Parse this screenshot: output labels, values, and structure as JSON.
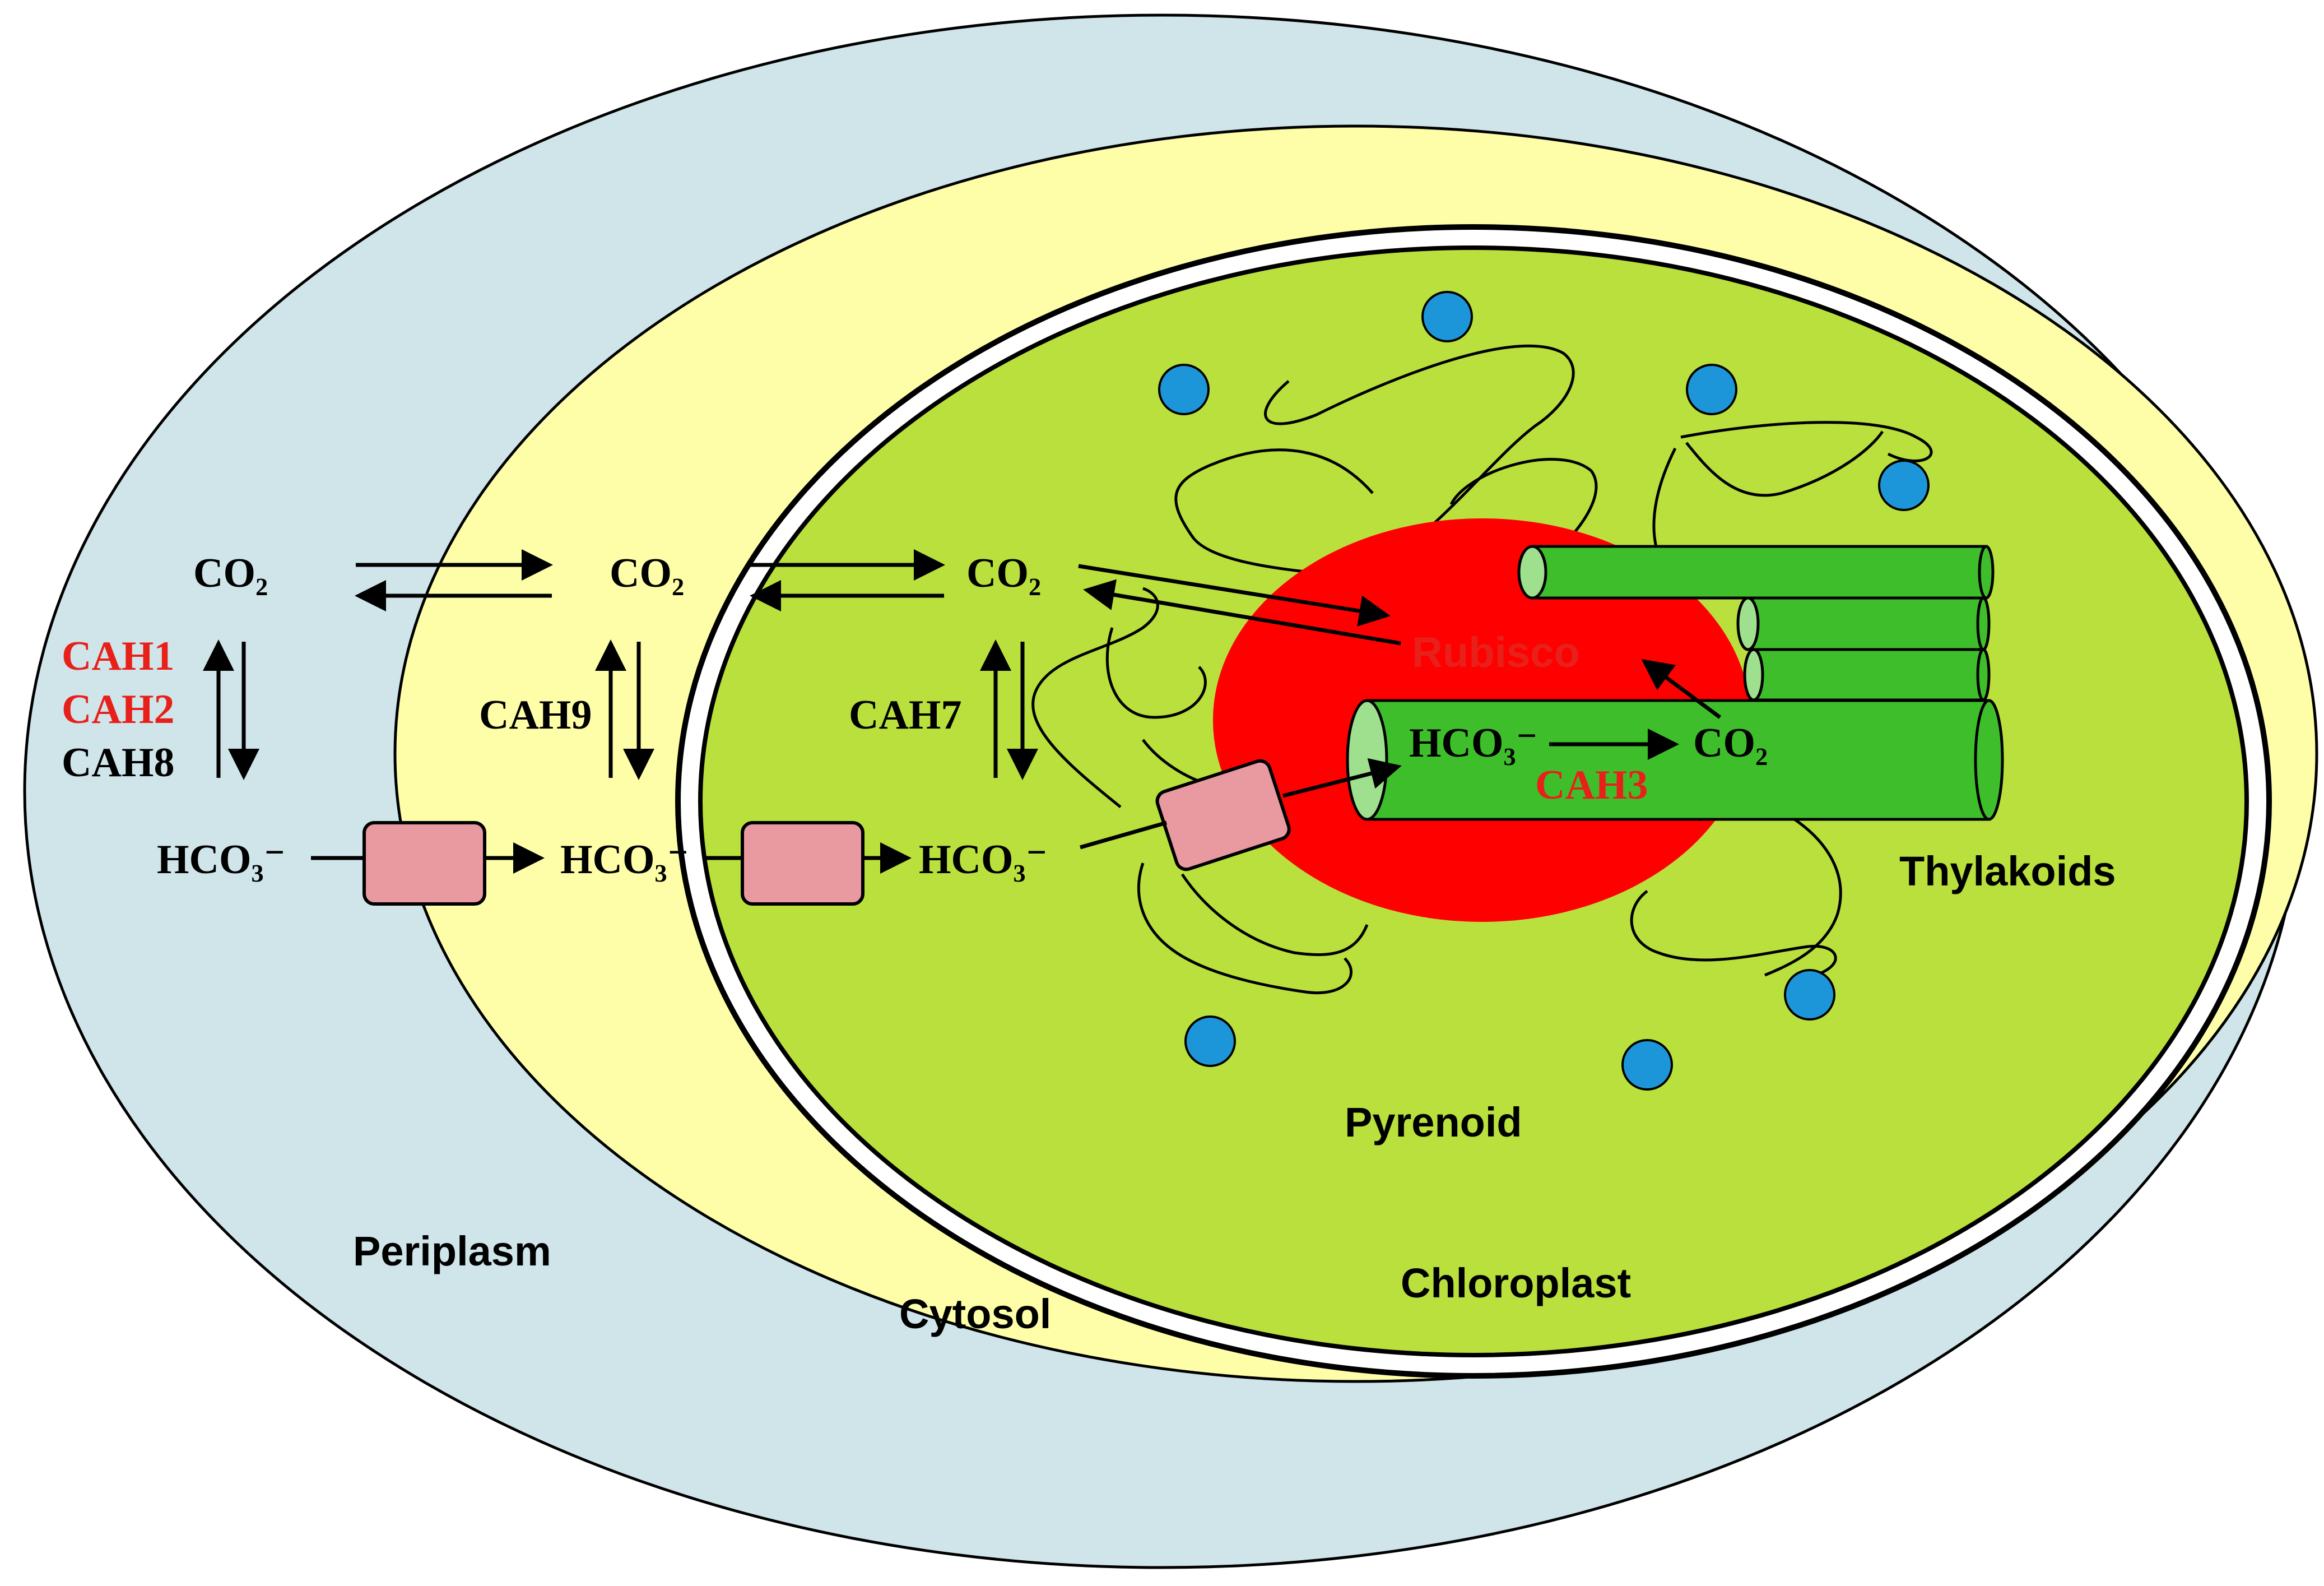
{
  "colors": {
    "periplasm": "#cfe5ea",
    "cytosol": "#fefea8",
    "chloroplast": "#b9e03c",
    "pyrenoid": "#ff0000",
    "thylakoid": "#3fbe2c",
    "thylakoid_end": "#9ee08e",
    "transporter": "#e999a0",
    "starch_granule": "#1c96d8",
    "text_black": "#000000",
    "text_red": "#e8201a"
  },
  "regions": {
    "periplasm": "Periplasm",
    "cytosol": "Cytosol",
    "chloroplast": "Chloroplast",
    "pyrenoid": "Pyrenoid",
    "thylakoids": "Thylakoids"
  },
  "species": {
    "co2_periplasm": "CO₂",
    "co2_cytosol": "CO₂",
    "co2_chloroplast": "CO₂",
    "co2_thylakoid": "CO₂",
    "hco3_periplasm": "HCO₃⁻",
    "hco3_cytosol": "HCO₃⁻",
    "hco3_chloroplast": "HCO₃⁻",
    "hco3_thylakoid": "HCO₃⁻"
  },
  "enzymes": {
    "cah1": "CAH1",
    "cah2": "CAH2",
    "cah8": "CAH8",
    "cah9": "CAH9",
    "cah7": "CAH7",
    "cah3": "CAH3",
    "rubisco": "Rubisco"
  }
}
